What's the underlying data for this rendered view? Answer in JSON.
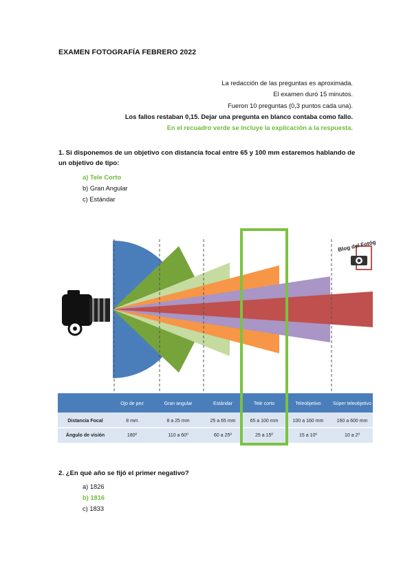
{
  "doc_title": "EXAMEN FOTOGRAFÍA FEBRERO 2022",
  "intro": {
    "line1": "La redacción de las preguntas es aproximada.",
    "line2": "El examen duró 15 minutos.",
    "line3": "Fueron 10 preguntas (0,3 puntos cada una).",
    "line4": "Los fallos restaban 0,15. Dejar una pregunta en blanco contaba como fallo.",
    "line5": "En el recuadro verde se incluye la explicación a la respuesta."
  },
  "q1": {
    "text": "1. Si disponemos de un objetivo con distancia focal entre 65 y 100 mm estaremos hablando de un objetivo de tipo:",
    "options": [
      "a) Tele Corto",
      "b) Gran Angular",
      "c) Estándar"
    ]
  },
  "lens_table": {
    "logo_text": "Blog del Fotógrafo",
    "headers": [
      "Ojo de pez",
      "Gran angular",
      "Estándar",
      "Tele corto",
      "Teleobjetivo",
      "Súper teleobjetivo"
    ],
    "rows": [
      {
        "label": "Distancia Focal",
        "values": [
          "8 mm",
          "8 a 25 mm",
          "25 a 65  mm",
          "65 a 100 mm",
          "100 a 160 mm",
          "160 a 600 mm"
        ]
      },
      {
        "label": "Ángulo de visión",
        "values": [
          "180º",
          "110 a 60º",
          "60 a 25º",
          "25 a 15º",
          "15 a 10º",
          "10 a 2º"
        ]
      }
    ],
    "colors": {
      "header_bg": "#4a7ebb",
      "row_bg": "#dce6f2",
      "highlight": "#7cc242",
      "fisheye": "#4a7ebb",
      "wide": "#77a33b",
      "wide_light": "#c5dba0",
      "standard": "#f79646",
      "tele": "#a995c6",
      "super_tele": "#c0504d"
    }
  },
  "q2": {
    "text": "2. ¿En qué año se fijó el primer negativo?",
    "options": [
      "a) 1826",
      "b) 1816",
      "c) 1833"
    ]
  }
}
